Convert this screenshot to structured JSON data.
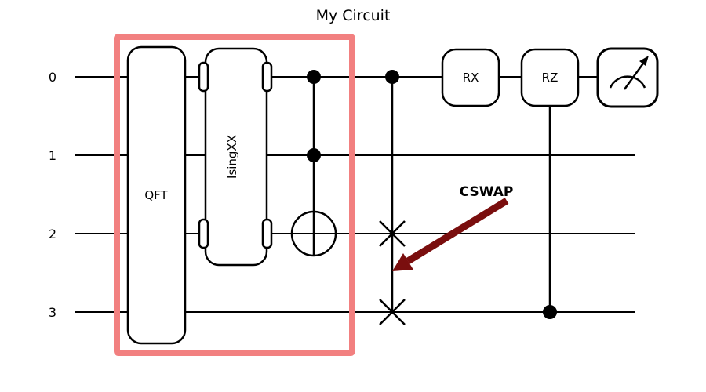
{
  "title": {
    "text": "My Circuit",
    "color": "#9b1c1c"
  },
  "colors": {
    "wire": "#000000",
    "gate_stroke": "#000000",
    "gate_fill": "#ffffff",
    "highlight": "#f28080",
    "annotation": "#7a0e0e"
  },
  "wires": [
    {
      "label": "0"
    },
    {
      "label": "1"
    },
    {
      "label": "2"
    },
    {
      "label": "3"
    }
  ],
  "gates": {
    "qft": {
      "label": "QFT",
      "wires": [
        0,
        1,
        2,
        3
      ]
    },
    "isingxx": {
      "label": "IsingXX",
      "wires": [
        0,
        1,
        2
      ]
    },
    "toffoli": {
      "controls": [
        0,
        1
      ],
      "target": 2
    },
    "cswap": {
      "control": 0,
      "targets": [
        2,
        3
      ]
    },
    "rx": {
      "label": "RX",
      "wire": 0
    },
    "crz": {
      "label": "RZ",
      "wire": 0,
      "control": 3
    },
    "measurement": {
      "wire": 0
    }
  },
  "annotation": {
    "label": "CSWAP"
  }
}
